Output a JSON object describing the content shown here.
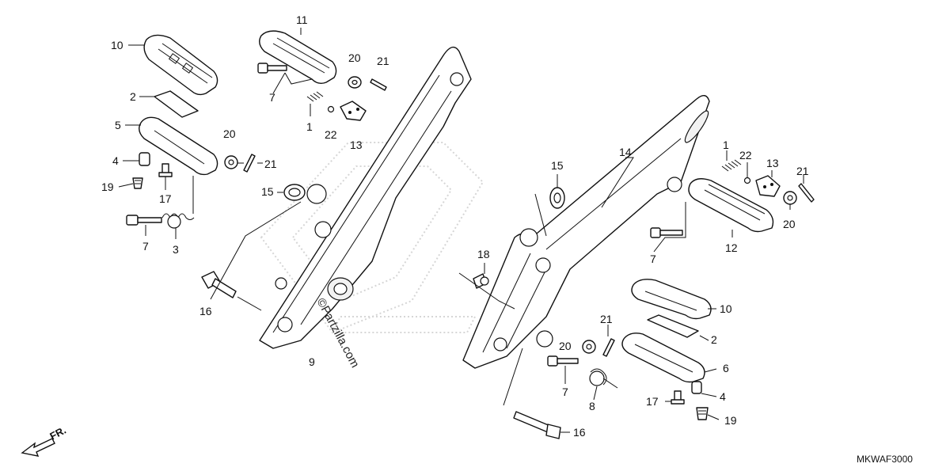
{
  "diagram": {
    "code": "MKWAF3000",
    "front_indicator": "FR.",
    "watermark": "©Partzilla.com",
    "callouts": {
      "left": [
        "10",
        "2",
        "5",
        "4",
        "19",
        "17",
        "7",
        "3",
        "11",
        "7",
        "20",
        "21",
        "1",
        "22",
        "13",
        "20",
        "21",
        "15",
        "16",
        "9"
      ],
      "right": [
        "14",
        "15",
        "1",
        "22",
        "13",
        "21",
        "20",
        "12",
        "7",
        "18",
        "10",
        "2",
        "21",
        "20",
        "6",
        "7",
        "8",
        "17",
        "4",
        "19",
        "16"
      ]
    }
  }
}
